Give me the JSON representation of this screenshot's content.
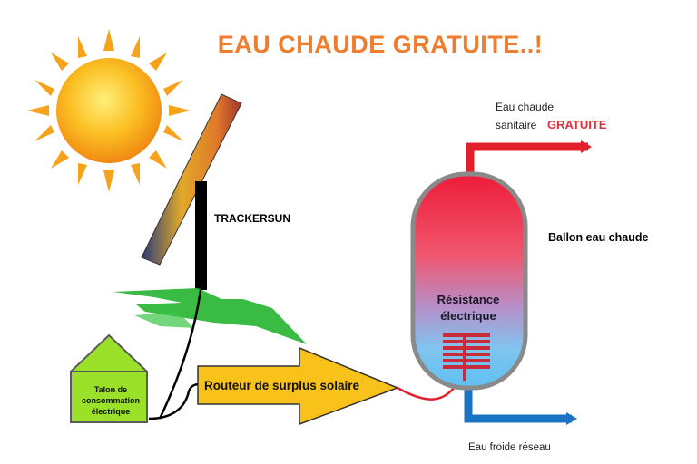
{
  "title": "EAU CHAUDE GRATUITE..!",
  "labels": {
    "trackersun": "TRACKERSUN",
    "hot_water_line1": "Eau chaude",
    "hot_water_line2": "sanitaire",
    "free": "GRATUITE",
    "tank": "Ballon  eau chaude",
    "resistance_line1": "Résistance",
    "resistance_line2": "électrique",
    "router": "Routeur de surplus solaire",
    "meter_line1": "Talon de",
    "meter_line2": "consommation",
    "meter_line3": "électrique",
    "cold_water": "Eau froide réseau"
  },
  "colors": {
    "title": "#ef7d2d",
    "free": "#e0303e",
    "hot_pipe": "#e2202c",
    "cold_pipe": "#1b73c4",
    "router_arrow": "#f9c21b",
    "meter_box": "#9be12a",
    "lightning": "#2fb83a",
    "sun": "#f7a21b"
  },
  "icons": [
    "sun-icon",
    "solar-panel-icon",
    "lightning-icon",
    "house-icon",
    "arrow-icon",
    "water-tank-icon",
    "heating-element-icon"
  ]
}
